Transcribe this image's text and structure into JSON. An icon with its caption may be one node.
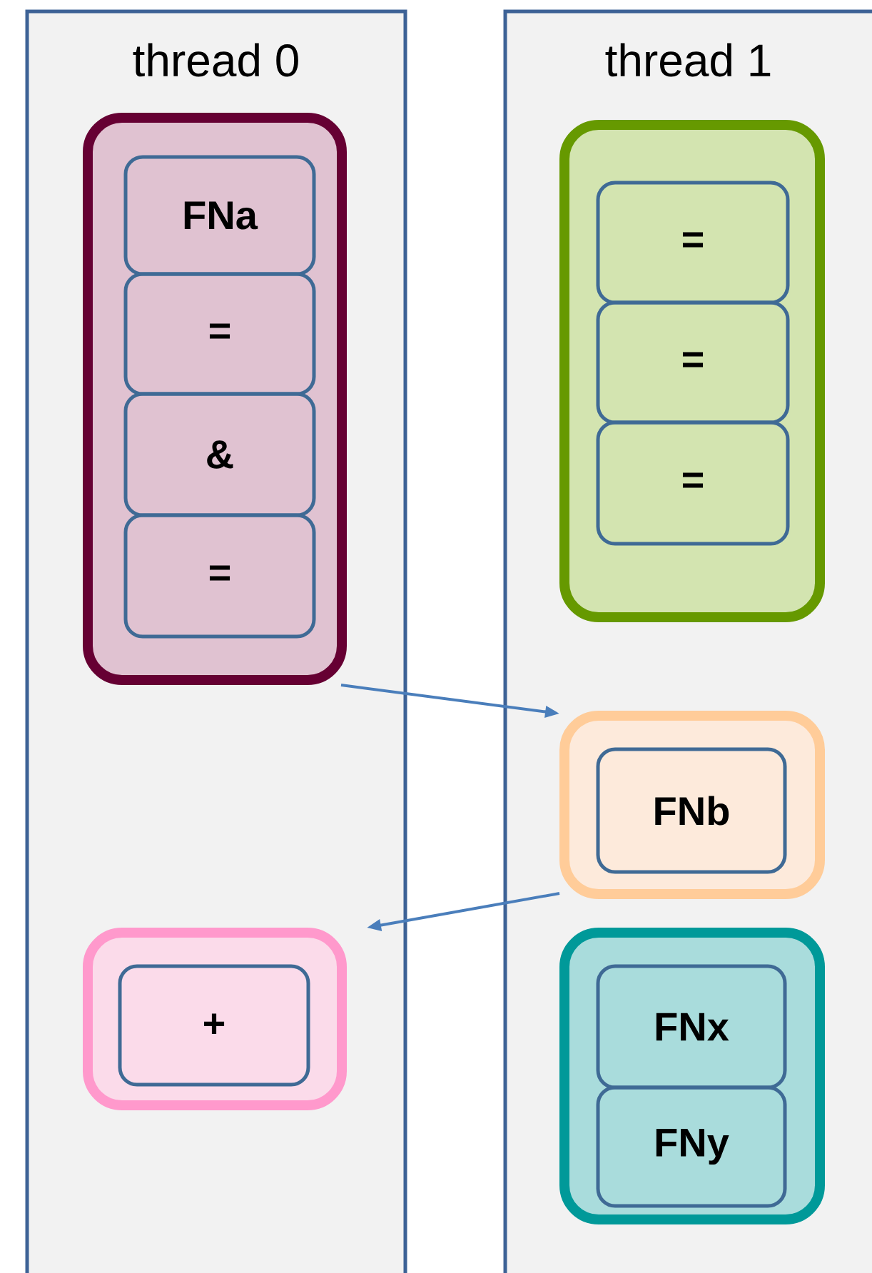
{
  "diagram": {
    "nodes": [
      {
        "text": [
          "thread 0"
        ]
      },
      {
        "text": [
          "thread 1"
        ]
      },
      {
        "text": [],
        "shape": "box",
        "in": 0
      },
      {
        "text": [
          "FNa"
        ],
        "in": 2
      },
      {
        "text": [
          "="
        ],
        "in": 2
      },
      {
        "text": [
          "&"
        ],
        "in": 2
      },
      {
        "text": [
          "="
        ],
        "in": 2
      },
      {
        "text": [],
        "shape": "box",
        "in": 1
      },
      {
        "text": [
          "="
        ],
        "in": 7
      },
      {
        "text": [
          "="
        ],
        "in": 7
      },
      {
        "text": [
          "="
        ],
        "in": 7
      },
      {
        "text": [],
        "shape": "box",
        "in": 1
      },
      {
        "text": [
          "FNb"
        ],
        "in": 11
      },
      {
        "text": [],
        "shape": "box",
        "in": 0
      },
      {
        "text": [
          "+"
        ],
        "in": 13
      },
      {
        "text": [],
        "shape": "box",
        "in": 1
      },
      {
        "text": [
          "FNx"
        ],
        "in": 15
      },
      {
        "text": [
          "FNy"
        ],
        "in": 15
      }
    ],
    "edges": [
      {
        "from": 2,
        "to": 11,
        "arrow": "to"
      },
      {
        "from": 11,
        "to": 13,
        "arrow": "to"
      }
    ]
  }
}
